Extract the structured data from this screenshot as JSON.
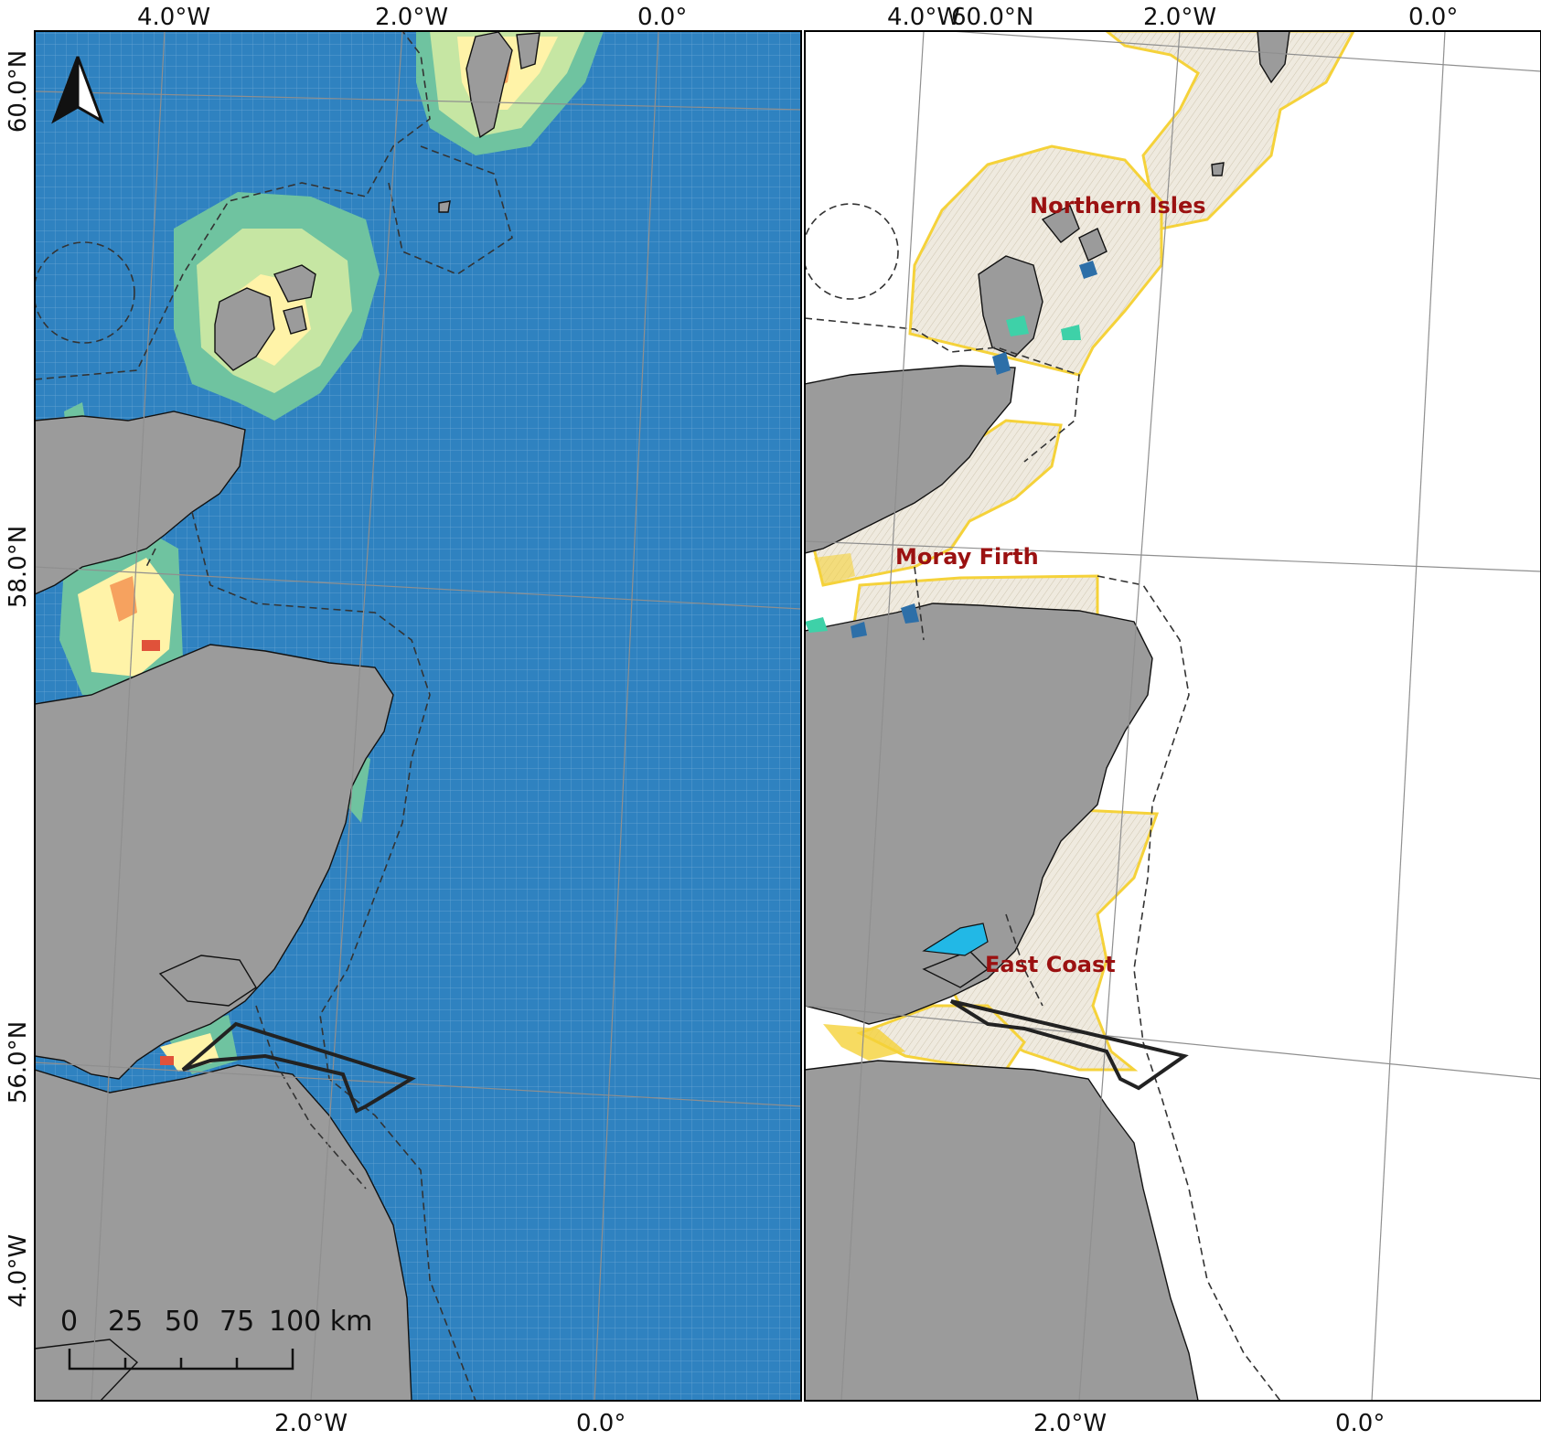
{
  "colors": {
    "sea": "#2f82c0",
    "land": "#9b9b9b",
    "frame": "#000000",
    "graticule": "#8f8f8f",
    "zone_outline": "#f5d23a",
    "zone_fill": "#efeadf",
    "region_label": "#9b1111",
    "heat_low": "#6fc3a0",
    "heat_mid": "#c6e6a3",
    "heat_high": "#fff3a8",
    "heat_hot": "#f6a25f",
    "heat_max": "#e0523a"
  },
  "left_map": {
    "top_labels": [
      "4.0°W",
      "2.0°W",
      "0.0°"
    ],
    "left_labels": [
      "60.0°N",
      "58.0°N",
      "56.0°N",
      "4.0°W"
    ],
    "bottom_labels": [
      "2.0°W",
      "0.0°"
    ],
    "north_arrow_icon": "north-arrow-icon",
    "scale_bar": {
      "ticks": [
        "0",
        "25",
        "50",
        "75",
        "100 km"
      ]
    }
  },
  "right_map": {
    "top_labels": [
      "4.0°W",
      "60.0°N",
      "2.0°W",
      "0.0°"
    ],
    "bottom_labels": [
      "2.0°W",
      "0.0°"
    ],
    "regions": [
      "Northern Isles",
      "Moray Firth",
      "East Coast"
    ]
  }
}
